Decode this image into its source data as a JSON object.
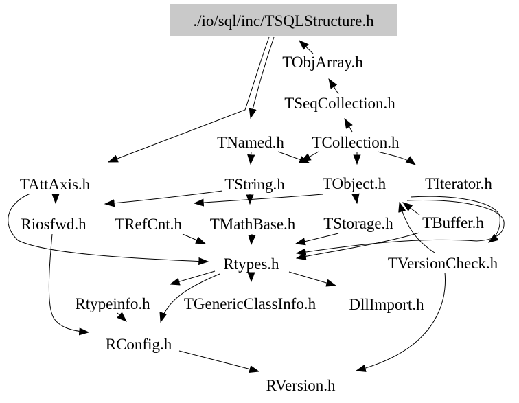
{
  "graph": {
    "type": "include-dependency-graph",
    "background_color": "#ffffff",
    "root_box_fill": "#c9c9c9",
    "edge_color": "#000000",
    "nodes": {
      "tsqlstructure": "./io/sql/inc/TSQLStructure.h",
      "tobjarray": "TObjArray.h",
      "tseqcollection": "TSeqCollection.h",
      "tnamed": "TNamed.h",
      "tcollection": "TCollection.h",
      "tattaxis": "TAttAxis.h",
      "tstring": "TString.h",
      "tobject": "TObject.h",
      "titerator": "TIterator.h",
      "riosfwd": "Riosfwd.h",
      "trefcnt": "TRefCnt.h",
      "tmathbase": "TMathBase.h",
      "tstorage": "TStorage.h",
      "tbuffer": "TBuffer.h",
      "rtypes": "Rtypes.h",
      "tversioncheck": "TVersionCheck.h",
      "rtypeinfo": "Rtypeinfo.h",
      "tgenericclassinfo": "TGenericClassInfo.h",
      "dllimport": "DllImport.h",
      "rconfig": "RConfig.h",
      "rversion": "RVersion.h"
    },
    "edges": [
      {
        "from": "TObjArray.h",
        "to": "./io/sql/inc/TSQLStructure.h"
      },
      {
        "from": "TSeqCollection.h",
        "to": "TObjArray.h"
      },
      {
        "from": "TCollection.h",
        "to": "TSeqCollection.h"
      },
      {
        "from": "./io/sql/inc/TSQLStructure.h",
        "to": "TAttAxis.h"
      },
      {
        "from": "./io/sql/inc/TSQLStructure.h",
        "to": "TNamed.h"
      },
      {
        "from": "TNamed.h",
        "to": "TString.h"
      },
      {
        "from": "TNamed.h",
        "to": "TObject.h"
      },
      {
        "from": "TCollection.h",
        "to": "TString.h"
      },
      {
        "from": "TCollection.h",
        "to": "TObject.h"
      },
      {
        "from": "TCollection.h",
        "to": "TIterator.h"
      },
      {
        "from": "TString.h",
        "to": "TMathBase.h"
      },
      {
        "from": "TString.h",
        "to": "Riosfwd.h"
      },
      {
        "from": "TObject.h",
        "to": "TRefCnt.h"
      },
      {
        "from": "TObject.h",
        "to": "TStorage.h"
      },
      {
        "from": "TAttAxis.h",
        "to": "Riosfwd.h"
      },
      {
        "from": "TAttAxis.h",
        "to": "Rtypes.h"
      },
      {
        "from": "TRefCnt.h",
        "to": "Rtypes.h"
      },
      {
        "from": "TMathBase.h",
        "to": "Rtypes.h"
      },
      {
        "from": "TStorage.h",
        "to": "Rtypes.h"
      },
      {
        "from": "TBuffer.h",
        "to": "TObject.h"
      },
      {
        "from": "TVersionCheck.h",
        "to": "TObject.h"
      },
      {
        "from": "TIterator.h",
        "to": "TVersionCheck.h"
      },
      {
        "from": "TIterator.h",
        "to": "Rtypes.h"
      },
      {
        "from": "TBuffer.h",
        "to": "Rtypes.h"
      },
      {
        "from": "Rtypes.h",
        "to": "Rtypeinfo.h"
      },
      {
        "from": "Rtypes.h",
        "to": "RConfig.h"
      },
      {
        "from": "Rtypes.h",
        "to": "TGenericClassInfo.h"
      },
      {
        "from": "Rtypes.h",
        "to": "DllImport.h"
      },
      {
        "from": "Rtypeinfo.h",
        "to": "RConfig.h"
      },
      {
        "from": "Riosfwd.h",
        "to": "RConfig.h"
      },
      {
        "from": "RConfig.h",
        "to": "RVersion.h"
      },
      {
        "from": "TVersionCheck.h",
        "to": "RVersion.h"
      }
    ]
  }
}
